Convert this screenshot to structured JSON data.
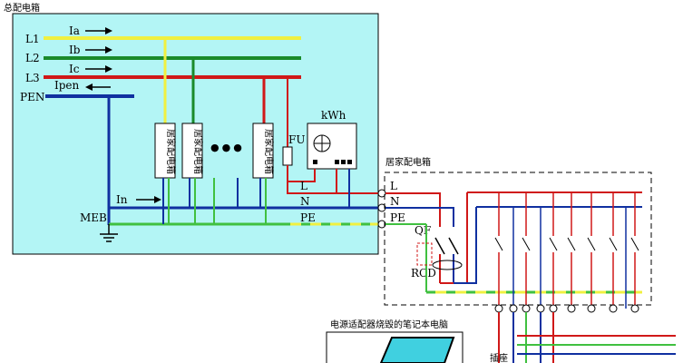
{
  "main_panel": {
    "title": "总配电箱"
  },
  "lines": {
    "l1": "L1",
    "l2": "L2",
    "l3": "L3",
    "pen": "PEN",
    "ia": "Ia",
    "ib": "Ib",
    "ic": "Ic",
    "ipen": "Ipen",
    "in": "In",
    "meb": "MEB",
    "fu": "FU",
    "kwh": "kWh",
    "l": "L",
    "n": "N",
    "pe": "PE"
  },
  "meter_boxes": [
    "居家配电箱",
    "居家配电箱",
    "居家配电箱"
  ],
  "ellipsis": "●●●",
  "home_panel": {
    "title": "居家配电箱",
    "l": "L",
    "n": "N",
    "pe": "PE",
    "qf": "QF",
    "rcd": "RCD"
  },
  "laptop": {
    "caption": "电源适配器烧毁的笔记本电脑"
  },
  "socket_label": "插座",
  "colors": {
    "panel_bg": "#b3f5f5",
    "l1": "#f0f040",
    "l2": "#1a8a2a",
    "l3": "#d01818",
    "pen": "#1030a0",
    "n_wire": "#1030a0",
    "pe_wire": "#40c040",
    "screen": "#40d0e0"
  }
}
